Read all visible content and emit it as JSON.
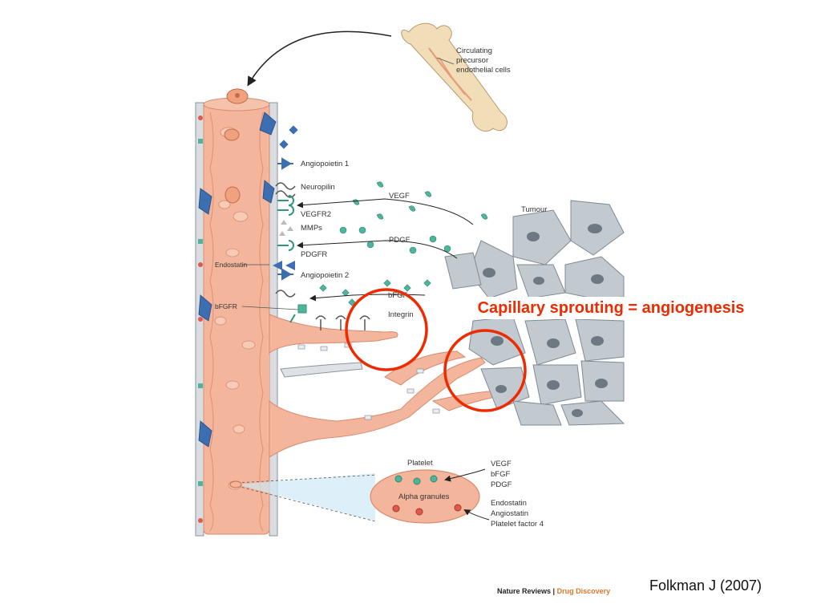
{
  "diagram": {
    "labels": {
      "circulating_cells": [
        "Circulating",
        "precursor",
        "endothelial cells"
      ],
      "angiopoietin1": "Angiopoietin 1",
      "neuropilin": "Neuropilin",
      "vegf": "VEGF",
      "vegfr2": "VEGFR2",
      "mmps": "MMPs",
      "pdgf": "PDGF",
      "pdgfr": "PDGFR",
      "angiopoietin2": "Angiopoietin 2",
      "bfgf": "bFGF",
      "integrin": "Integrin",
      "endostatin": "Endostatin",
      "bfgfr": "bFGFR",
      "tumour": "Tumour",
      "platelet": "Platelet",
      "alpha_granules": "Alpha granules",
      "platelet_pro": [
        "VEGF",
        "bFGF",
        "PDGF"
      ],
      "platelet_anti": [
        "Endostatin",
        "Angiostatin",
        "Platelet factor 4"
      ]
    },
    "colors": {
      "vessel": "#f3b59c",
      "vessel_cell": "#e9957b",
      "tumour_cell": "#c2c9cf",
      "receptor_blue": "#3d6fb0",
      "receptor_green": "#2e9a72",
      "highlight_circle": "#ee2b00"
    }
  },
  "overlay": {
    "title": "Capillary sprouting = angiogenesis"
  },
  "footer": {
    "journal_prefix": "Nature Reviews |",
    "journal_name": "Drug Discovery",
    "citation": "Folkman J (2007)"
  }
}
